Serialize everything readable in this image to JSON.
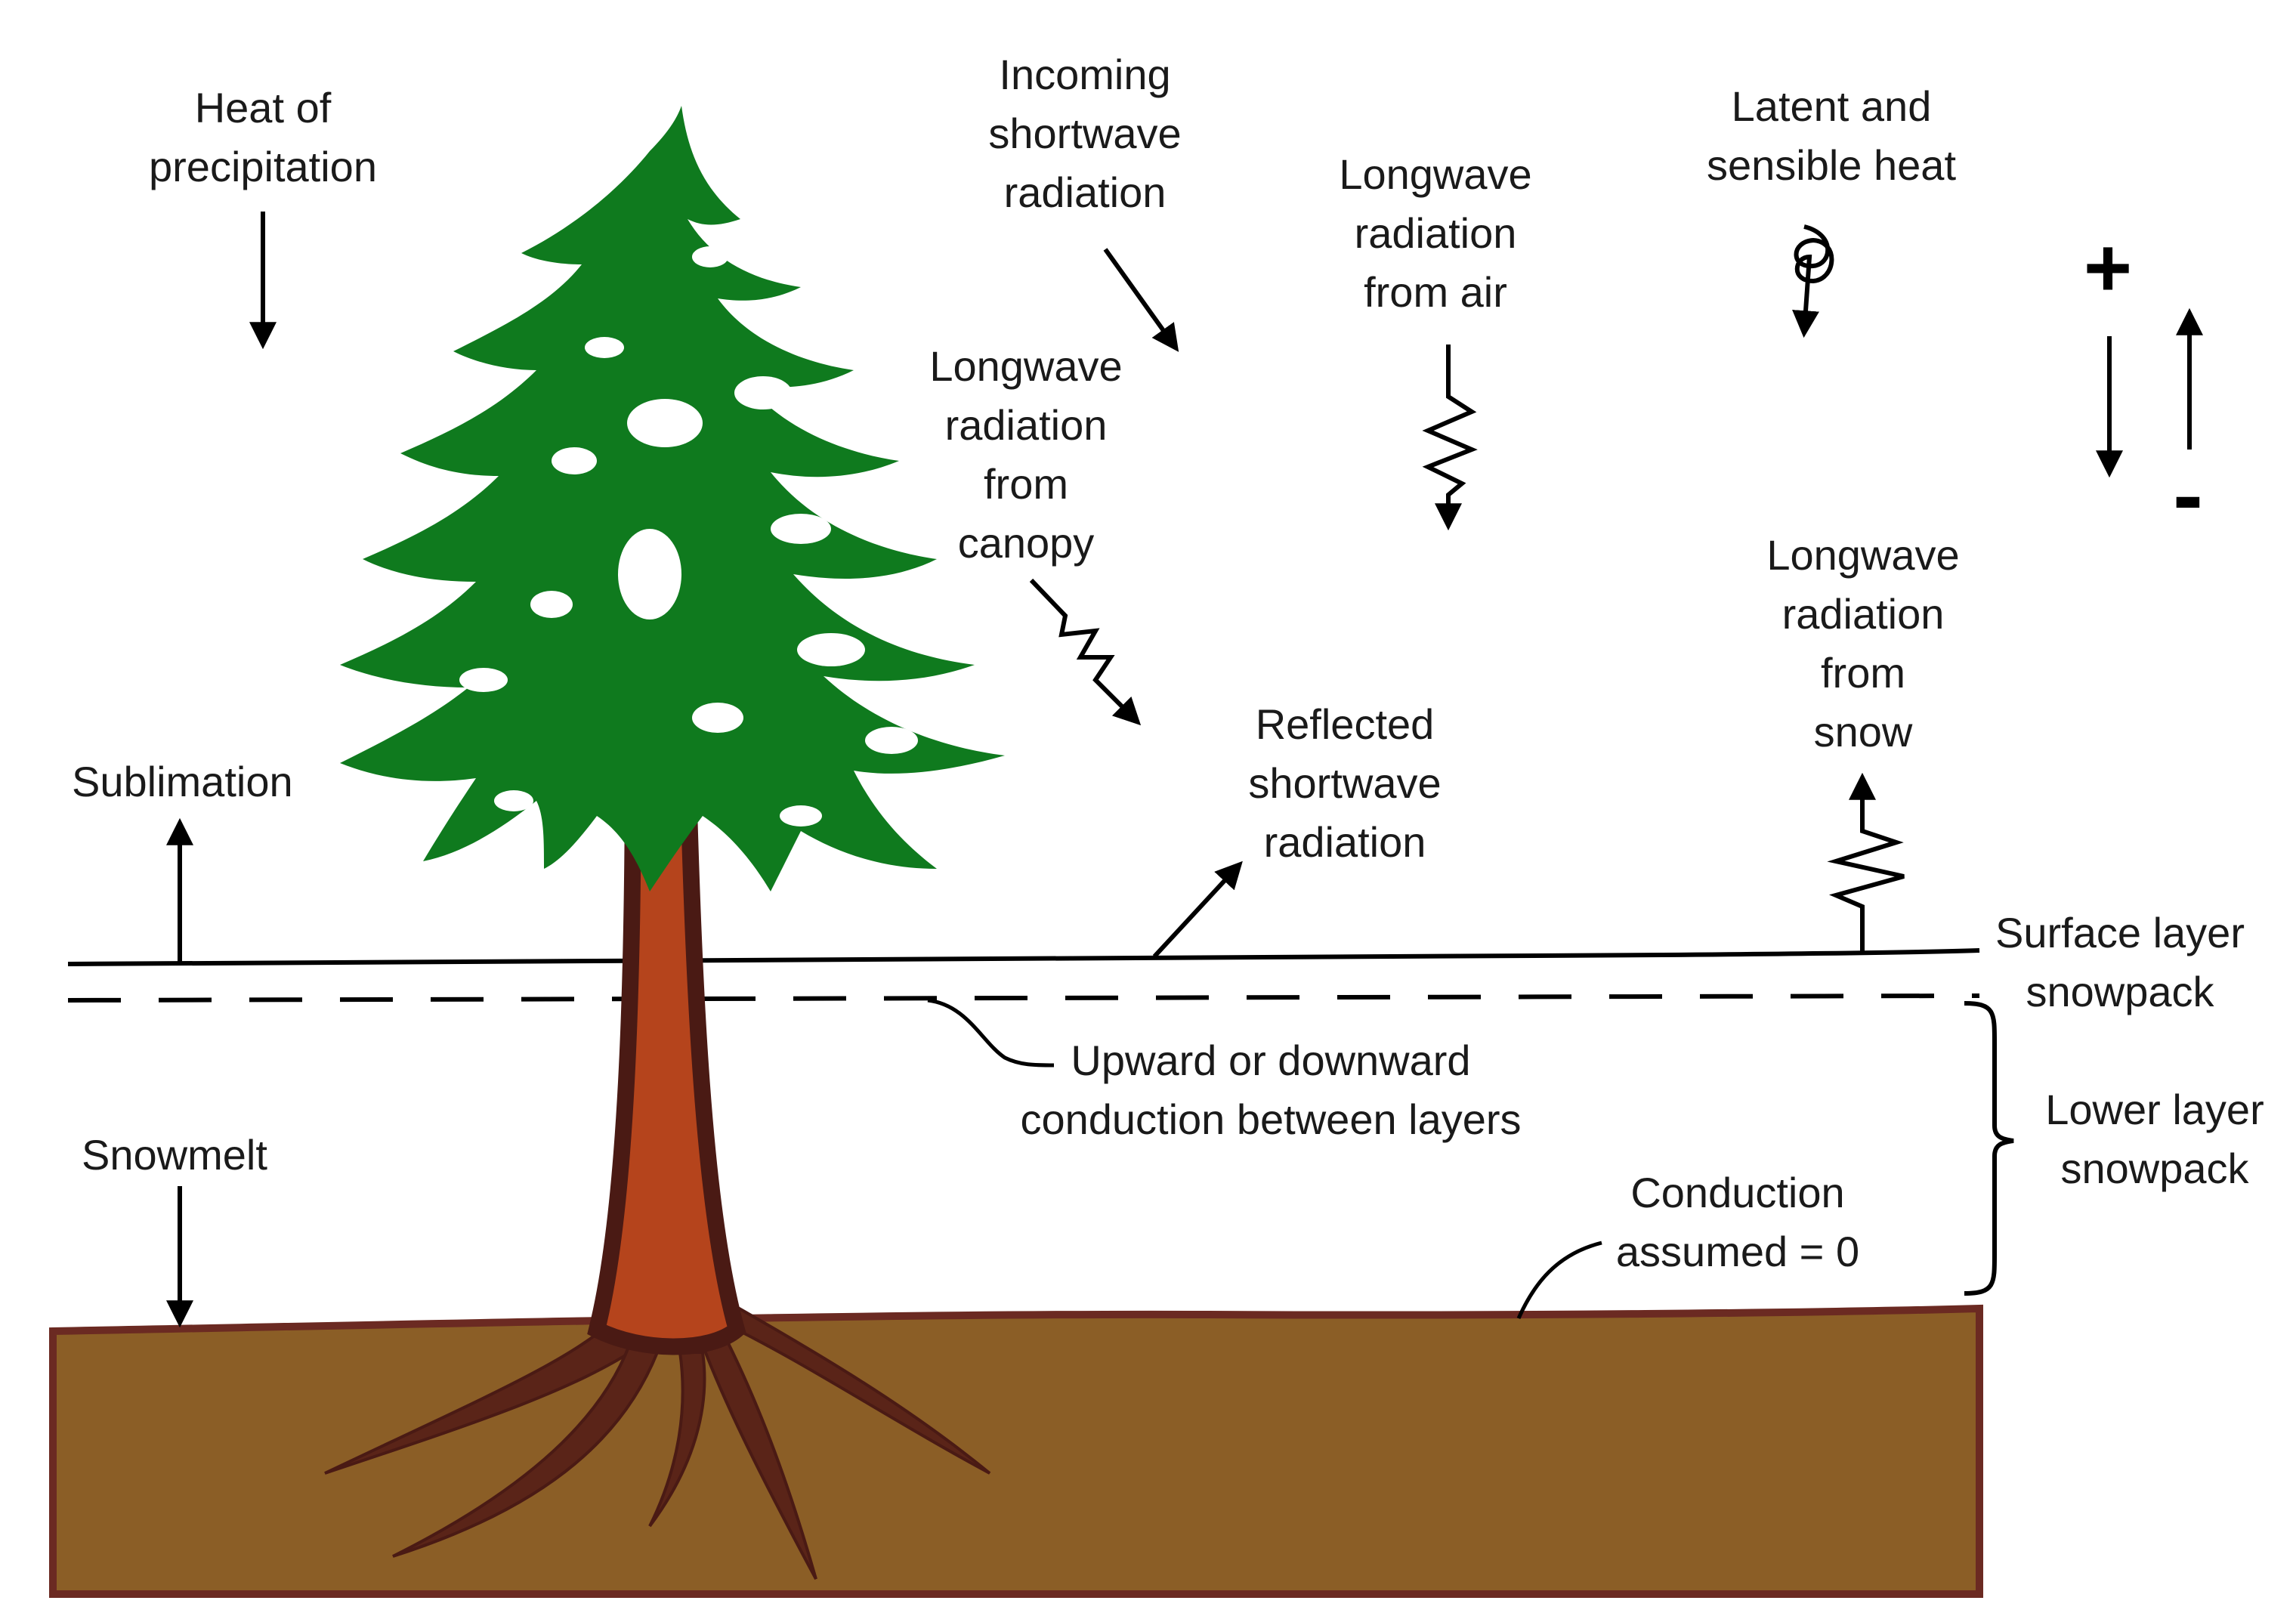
{
  "labels": {
    "heat_of_precipitation": "Heat of\nprecipitation",
    "incoming_shortwave": "Incoming\nshortwave\nradiation",
    "longwave_from_air": "Longwave\nradiation\nfrom air",
    "latent_sensible_heat": "Latent and\nsensible heat",
    "longwave_from_canopy": "Longwave\nradiation\nfrom\ncanopy",
    "longwave_from_snow": "Longwave\nradiation\nfrom\nsnow",
    "reflected_shortwave": "Reflected\nshortwave\nradiation",
    "sublimation": "Sublimation",
    "surface_layer": "Surface layer\nsnowpack",
    "lower_layer": "Lower layer\nsnowpack",
    "conduction_between_layers": "Upward or downward\nconduction between layers",
    "snowmelt": "Snowmelt",
    "conduction_assumed": "Conduction\nassumed = 0"
  },
  "legend": {
    "plus": "+",
    "minus": "-"
  },
  "colors": {
    "tree_green": "#0f7a1e",
    "trunk_fill": "#b5441c",
    "trunk_outline": "#4a1a14",
    "ground": "#8b5e26",
    "ground_edge": "#6b2a22",
    "line": "#000000"
  }
}
